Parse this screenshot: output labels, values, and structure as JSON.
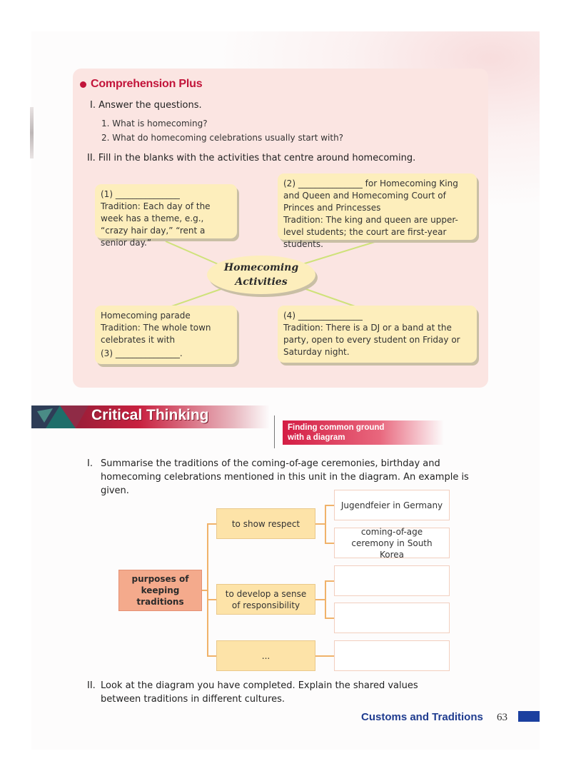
{
  "comprehension": {
    "title": "Comprehension Plus",
    "part1": {
      "heading": "I.  Answer the questions.",
      "questions": [
        "1.  What is homecoming?",
        "2.  What do homecoming celebrations usually start with?"
      ]
    },
    "part2": {
      "heading": "II.  Fill in the blanks with the activities that centre around homecoming."
    },
    "mindmap": {
      "center_line1": "Homecoming",
      "center_line2": "Activities",
      "bubble1": {
        "line1": "(1) _______________",
        "line2": "Tradition: Each day of the week has a theme, e.g., “crazy hair day,” “rent a senior day.”"
      },
      "bubble2": {
        "line1": "(2) _______________ for Homecoming King and Queen and Homecoming Court of Princes and Princesses",
        "line2": "Tradition: The king and queen are upper-level students; the court are first-year students."
      },
      "bubble3": {
        "line1": "Homecoming parade",
        "line2": "Tradition: The whole town celebrates it with",
        "line3": "(3) _______________."
      },
      "bubble4": {
        "line1": "(4) _______________",
        "line2": "Tradition: There is a DJ or a band at the party, open to every student on Friday or Saturday night."
      }
    }
  },
  "critical_thinking": {
    "title": "Critical Thinking",
    "tag_line1": "Finding common ground",
    "tag_line2": "with a diagram",
    "instruction1_num": "I.",
    "instruction1": "Summarise the traditions of the coming-of-age ceremonies, birthday and homecoming celebrations mentioned in this unit in the diagram. An example is given.",
    "instruction2_num": "II.",
    "instruction2": "Look at the diagram you have completed. Explain the shared values between traditions in different cultures."
  },
  "diagram": {
    "root_line1": "purposes of",
    "root_line2": "keeping traditions",
    "branch1": "to show respect",
    "branch2": "to develop a sense of responsibility",
    "branch3": "...",
    "leaf1": "Jugendfeier in Germany",
    "leaf2": "coming-of-age ceremony in South Korea",
    "leaf3": "",
    "leaf4": "",
    "leaf5": ""
  },
  "footer": {
    "unit_title": "Customs and Traditions",
    "page_number": "63"
  },
  "colors": {
    "accent_red": "#c2143a",
    "panel_pink": "#fbe5e2",
    "bubble_yellow": "#fdeebc",
    "footer_blue": "#1f3c8f"
  }
}
